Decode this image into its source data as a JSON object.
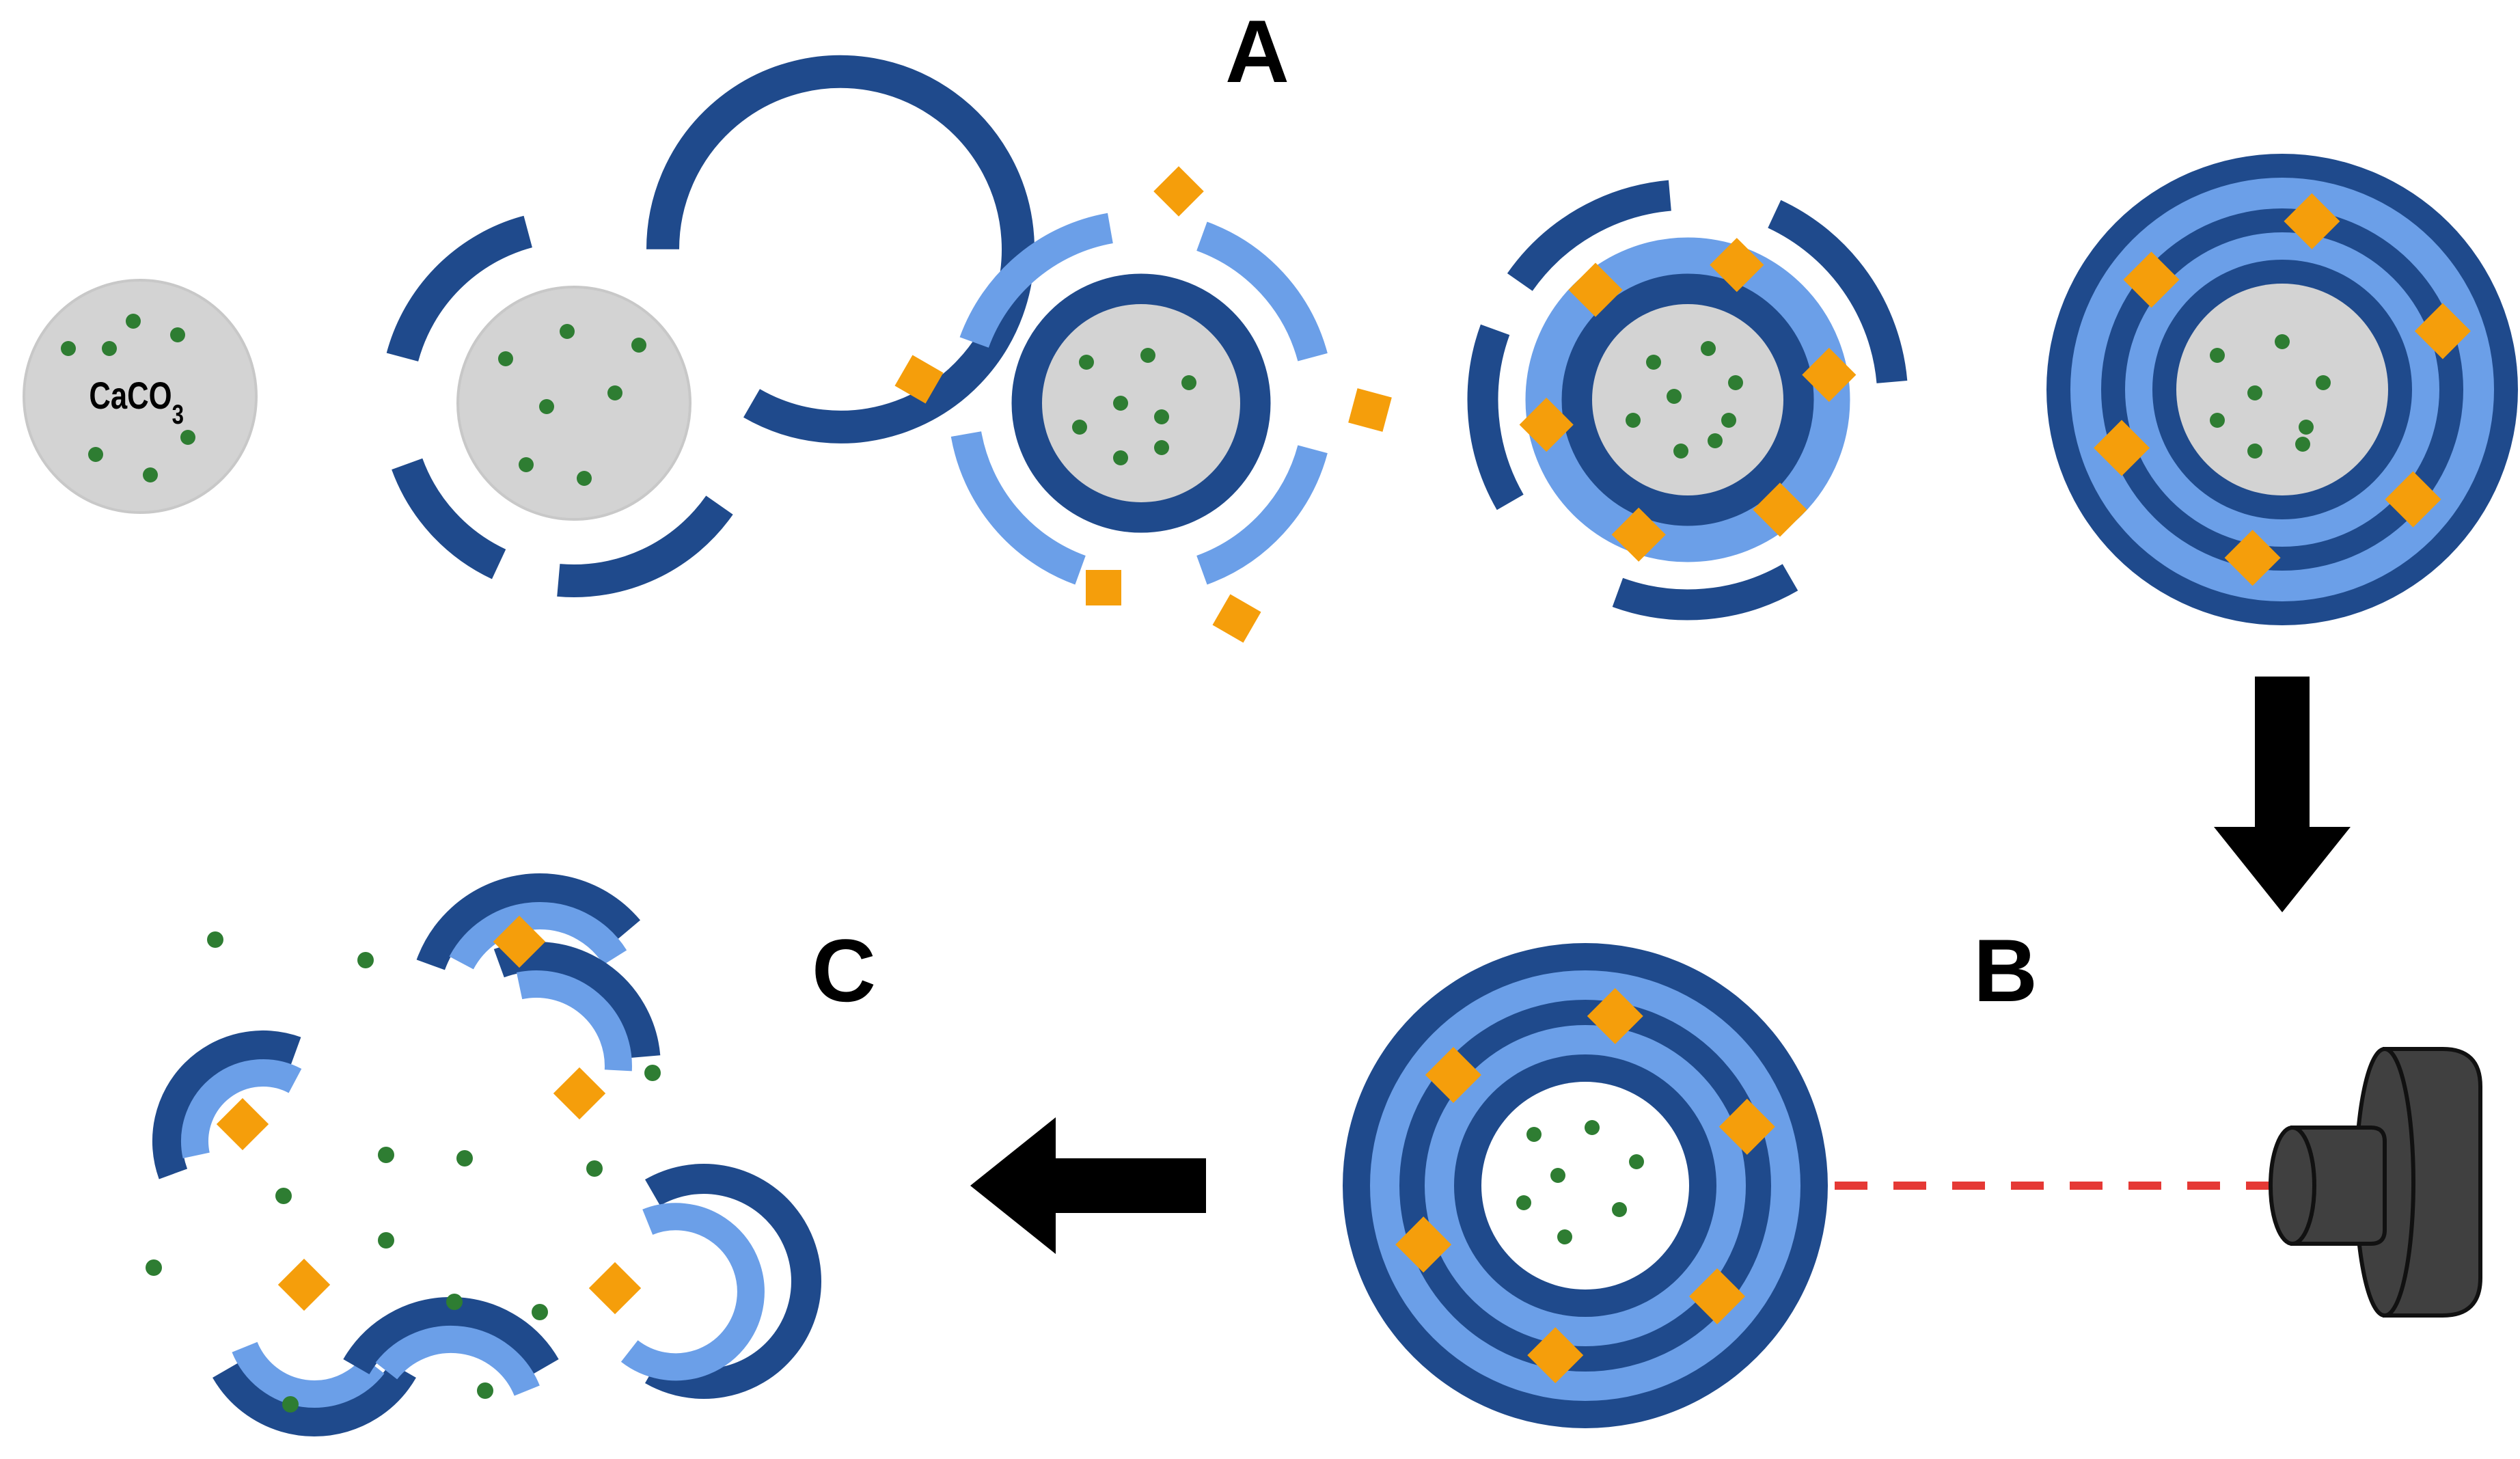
{
  "labels": {
    "a": "A",
    "b": "B",
    "c": "C"
  },
  "core": {
    "formula_main": "CaCO",
    "formula_sub": "3"
  },
  "colors": {
    "dark_polymer": "#1F4A8C",
    "light_polymer": "#6B9FE8",
    "drug_particle": "#F59E0B",
    "nanoparticle_dot": "#2E7D32",
    "core_fill": "#D3D3D3",
    "laser_beam": "#E53935",
    "laser_body": "#404040",
    "arrow": "#000000"
  },
  "icons": {
    "laser": "laser-device-icon",
    "arrow_down": "arrow-down-icon",
    "arrow_left": "arrow-left-icon"
  }
}
